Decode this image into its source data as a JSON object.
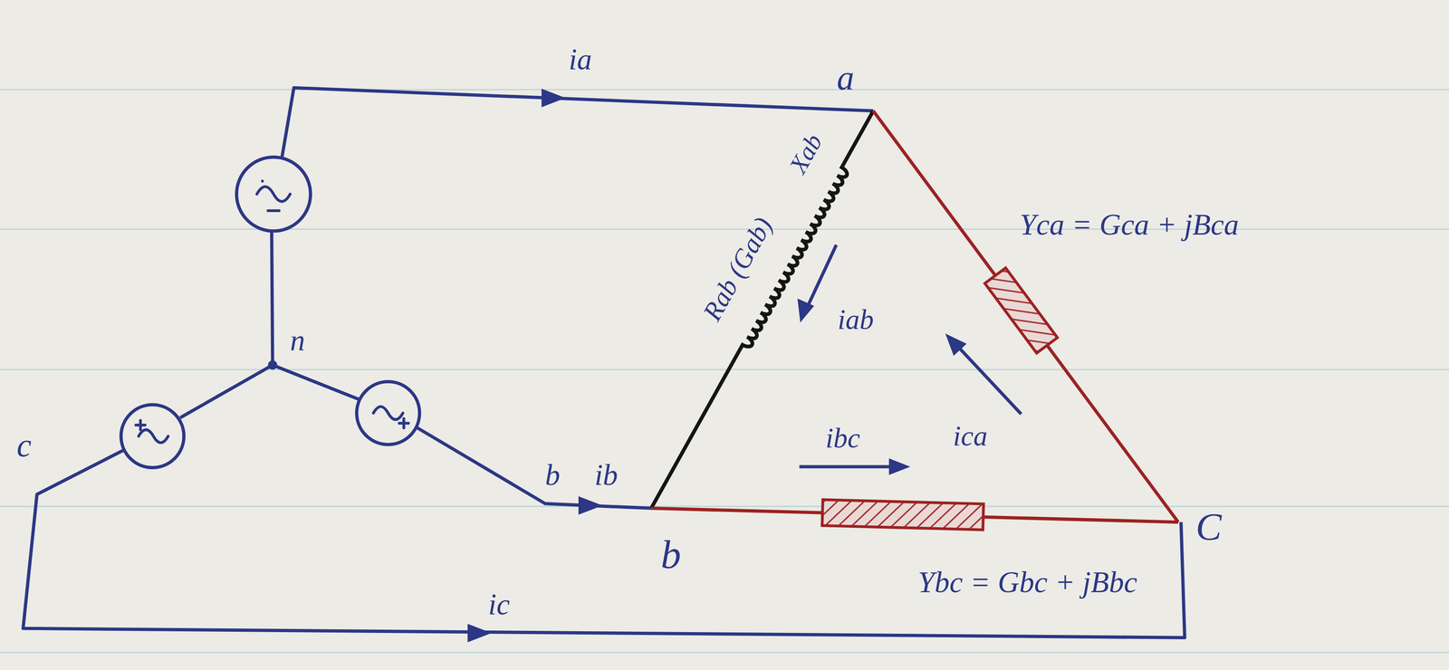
{
  "diagram": {
    "labels": [
      "ia",
      "a",
      "Rab (Gab)",
      "Xab",
      "iab",
      "Yca = Gca + jBca",
      "ica",
      "n",
      "c",
      "b",
      "ib",
      "ibc",
      "b",
      "C",
      "Ybc = Gbc + jBbc",
      "ic"
    ]
  }
}
